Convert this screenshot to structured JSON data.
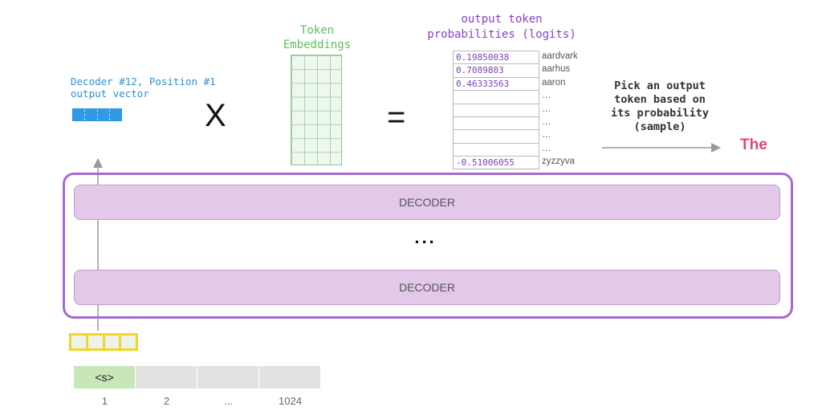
{
  "decoder_output": {
    "caption_line1": "Decoder #12, Position #1",
    "caption_line2": "output vector"
  },
  "operators": {
    "multiply": "X",
    "equals": "="
  },
  "embeddings": {
    "label_line1": "Token",
    "label_line2": "Embeddings"
  },
  "probabilities": {
    "label_line1": "output token",
    "label_line2": "probabilities (logits)",
    "rows": [
      {
        "value": "0.19850038",
        "word": "aardvark"
      },
      {
        "value": "0.7089803",
        "word": "aarhus"
      },
      {
        "value": "0.46333563",
        "word": "aaron"
      },
      {
        "value": "",
        "word": "…"
      },
      {
        "value": "",
        "word": "…"
      },
      {
        "value": "",
        "word": "…"
      },
      {
        "value": "",
        "word": "…"
      },
      {
        "value": "",
        "word": "…"
      },
      {
        "value": "-0.51006055",
        "word": "zyzzyva"
      }
    ]
  },
  "pick": {
    "line1": "Pick an output",
    "line2": "token based on",
    "line3": "its probability",
    "line4": "(sample)"
  },
  "output_word": "The",
  "decoders": [
    "DECODER",
    "DECODER"
  ],
  "ellipsis": "...",
  "tokens": [
    "<s>",
    "",
    "",
    ""
  ],
  "positions": [
    "1",
    "2",
    "...",
    "1024"
  ],
  "colors": {
    "decoder_fill": "#e3c8ea",
    "stack_border": "#a86ad0",
    "output_vector": "#2f9be8",
    "embeddings": "#5cbf5c",
    "logits_text": "#8a3fc7",
    "output_word": "#e0457b",
    "input_vector_border": "#f2d62a",
    "first_token": "#c8e6b8"
  }
}
